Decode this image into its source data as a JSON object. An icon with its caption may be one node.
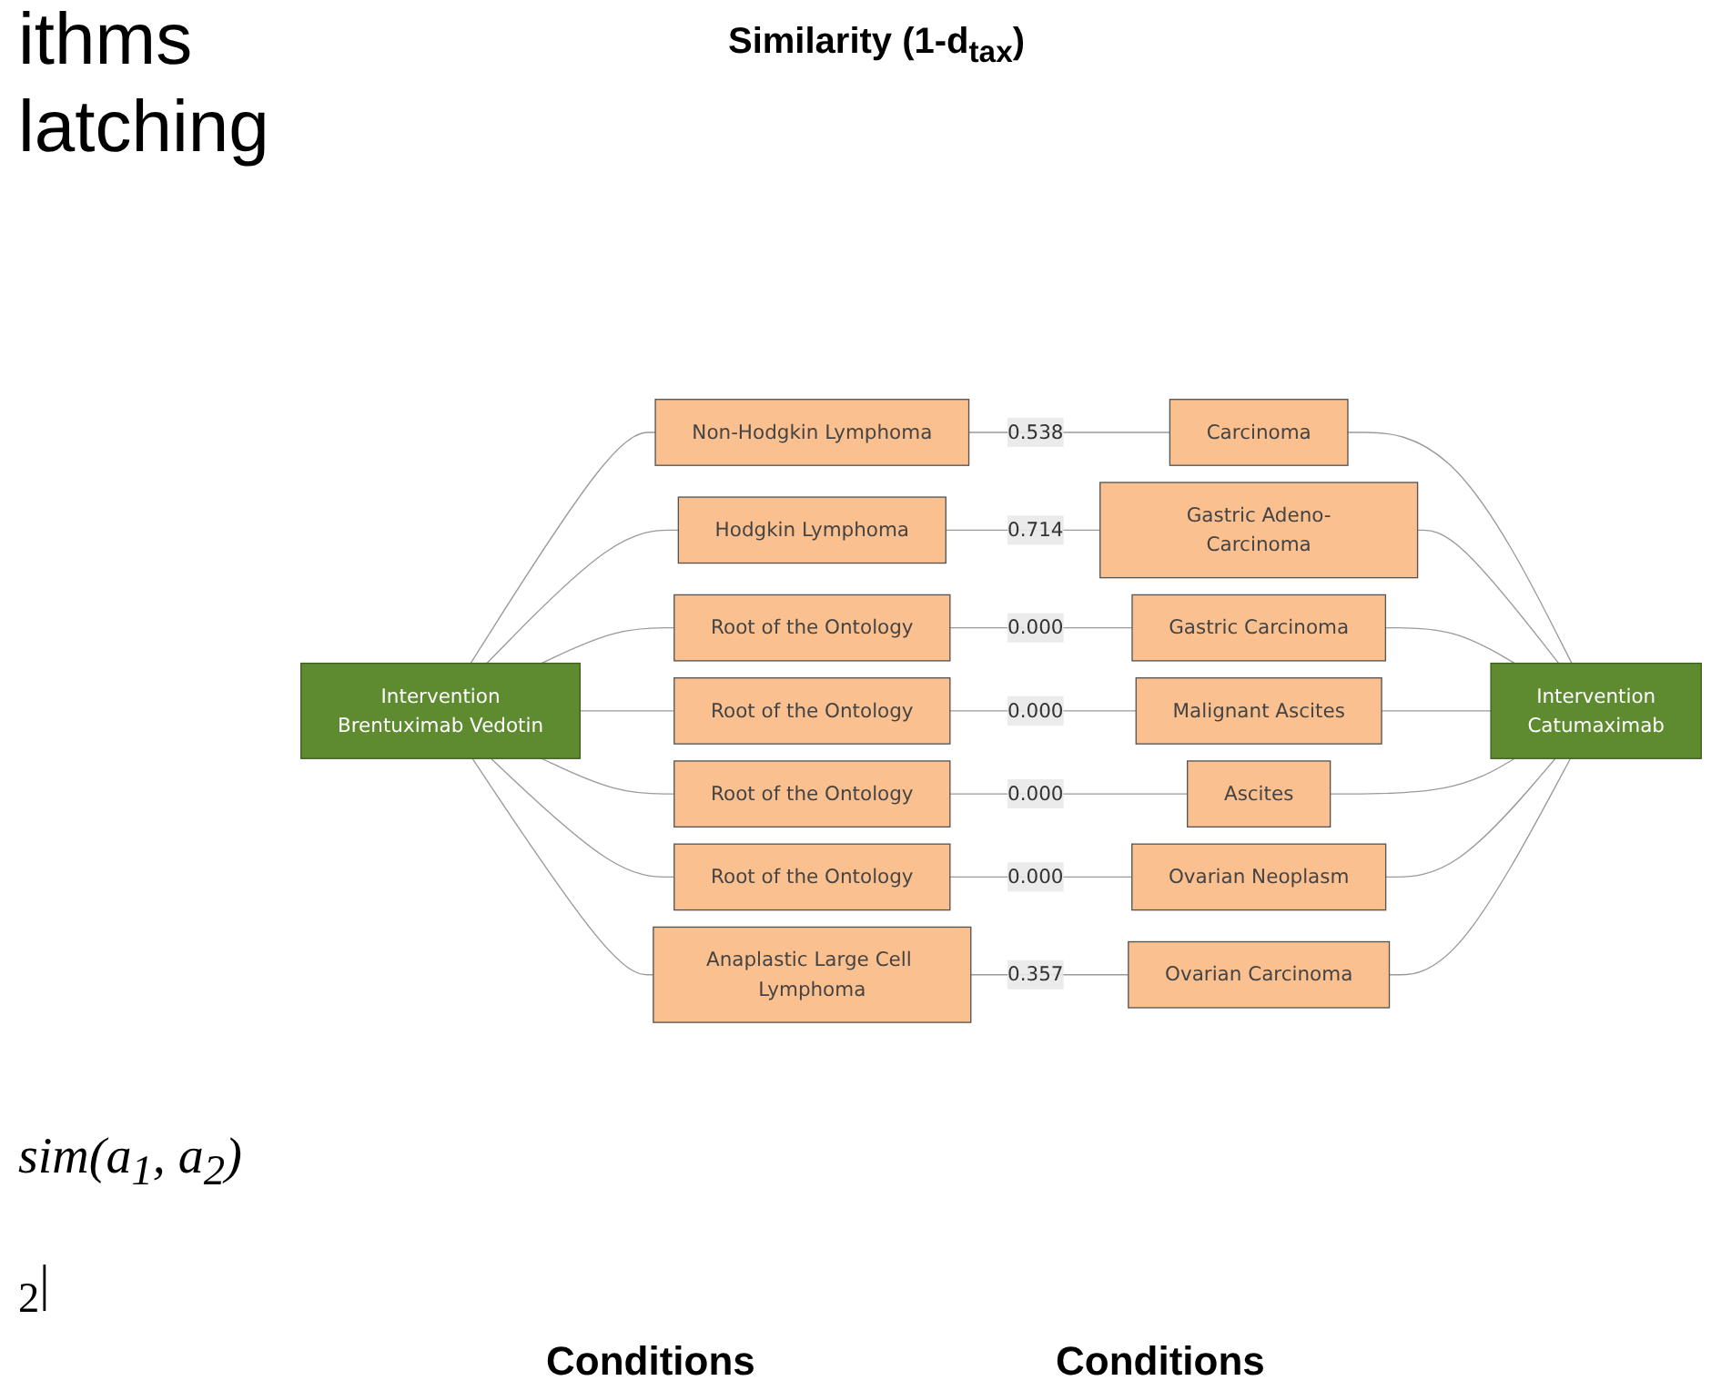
{
  "diagram": {
    "nodes": [
      {
        "text": [
          "Intervention",
          "Brentuximab Vedotin"
        ]
      },
      {
        "text": [
          "Non-Hodgkin Lymphoma"
        ]
      },
      {
        "text": [
          "Hodgkin Lymphoma"
        ]
      },
      {
        "text": [
          "Root of the Ontology"
        ]
      },
      {
        "text": [
          "Root of the Ontology"
        ]
      },
      {
        "text": [
          "Root of the Ontology"
        ]
      },
      {
        "text": [
          "Root of the Ontology"
        ]
      },
      {
        "text": [
          "Anaplastic Large Cell Lymphoma"
        ]
      },
      {
        "text": [
          "Carcinoma"
        ]
      },
      {
        "text": [
          "Gastric Adeno-Carcinoma"
        ]
      },
      {
        "text": [
          "Gastric Carcinoma"
        ]
      },
      {
        "text": [
          "Malignant Ascites"
        ]
      },
      {
        "text": [
          "Ascites"
        ]
      },
      {
        "text": [
          "Ovarian Neoplasm"
        ]
      },
      {
        "text": [
          "Ovarian Carcinoma"
        ]
      },
      {
        "text": [
          "Intervention",
          "Catumaximab"
        ]
      }
    ],
    "edges": [
      {
        "from": 0,
        "to": 1,
        "arrow": "none"
      },
      {
        "from": 0,
        "to": 2,
        "arrow": "none"
      },
      {
        "from": 0,
        "to": 3,
        "arrow": "none"
      },
      {
        "from": 0,
        "to": 4,
        "arrow": "none"
      },
      {
        "from": 0,
        "to": 5,
        "arrow": "none"
      },
      {
        "from": 0,
        "to": 6,
        "arrow": "none"
      },
      {
        "from": 0,
        "to": 7,
        "arrow": "none"
      },
      {
        "from": 1,
        "to": 8,
        "arrow": "none",
        "label": "0.538"
      },
      {
        "from": 2,
        "to": 9,
        "arrow": "none",
        "label": "0.714"
      },
      {
        "from": 3,
        "to": 10,
        "arrow": "none",
        "label": "0.000"
      },
      {
        "from": 4,
        "to": 11,
        "arrow": "none",
        "label": "0.000"
      },
      {
        "from": 5,
        "to": 12,
        "arrow": "none",
        "label": "0.000"
      },
      {
        "from": 6,
        "to": 13,
        "arrow": "none",
        "label": "0.000"
      },
      {
        "from": 7,
        "to": 14,
        "arrow": "none",
        "label": "0.357"
      },
      {
        "from": 8,
        "to": 15,
        "arrow": "none"
      },
      {
        "from": 9,
        "to": 15,
        "arrow": "none"
      },
      {
        "from": 10,
        "to": 15,
        "arrow": "none"
      },
      {
        "from": 11,
        "to": 15,
        "arrow": "none"
      },
      {
        "from": 12,
        "to": 15,
        "arrow": "none"
      },
      {
        "from": 13,
        "to": 15,
        "arrow": "none"
      },
      {
        "from": 14,
        "to": 15,
        "arrow": "none"
      }
    ],
    "labels": [
      "ithms",
      "latching",
      "Similarity (1-d$_{tax}$)",
      "sim(a$_{1}$, a$_{2}$)",
      "$_{2}$|",
      "Conditions",
      "Conditions"
    ]
  }
}
